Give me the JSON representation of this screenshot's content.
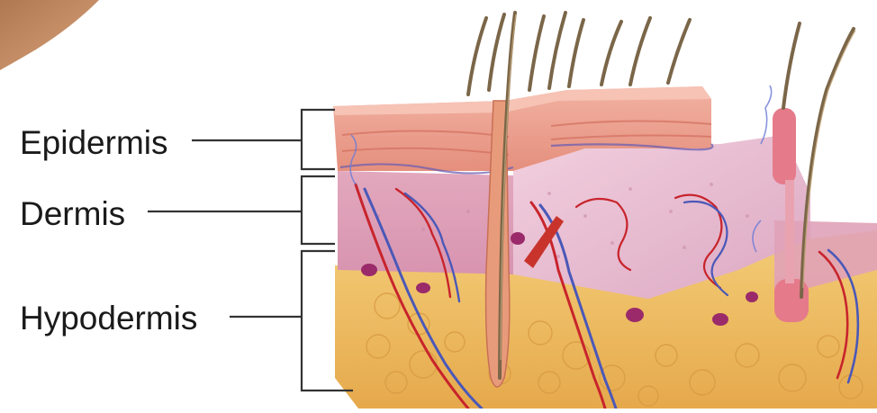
{
  "labels": {
    "epidermis": "Epidermis",
    "dermis": "Dermis",
    "hypodermis": "Hypodermis"
  },
  "colors": {
    "epidermis": "#e7a08f",
    "dermis": "#e8b7c9",
    "hypodermis": "#f0c56a",
    "hair": "#7a6648",
    "artery": "#c8242c",
    "vein": "#4a58b8",
    "gland": "#9a2a6a"
  },
  "icons": [
    "skin-cross-section-illustration"
  ]
}
